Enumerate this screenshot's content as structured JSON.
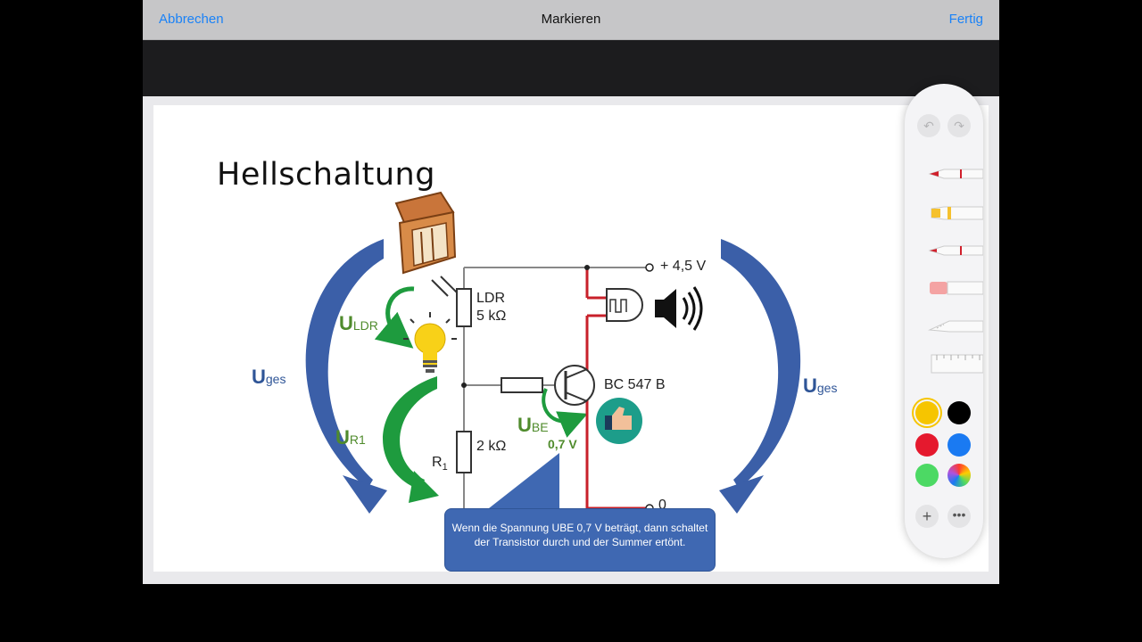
{
  "navbar": {
    "cancel": "Abbrechen",
    "title": "Markieren",
    "done": "Fertig"
  },
  "slide": {
    "title": "Hellschaltung",
    "labels": {
      "u": "U",
      "uges_sub": "ges",
      "uldr_sub": "LDR",
      "ur1_sub": "R1",
      "ube_sub": "BE",
      "ube_value": "0,7 V"
    },
    "components": {
      "ldr": "LDR",
      "ldr_value": "5 kΩ",
      "r1": "R",
      "r1_sub": "1",
      "r1_value": "2 kΩ",
      "transistor": "BC 547 B",
      "vplus": "+ 4,5 V",
      "zero": "0"
    },
    "callout": "Wenn die Spannung UBE 0,7 V beträgt, dann schaltet der Transistor durch und der Summer ertönt."
  },
  "palette": {
    "colors": [
      "#f6c500",
      "#000000",
      "#e5192e",
      "#1a7af2",
      "#4cd964",
      "conic"
    ],
    "selected_color": "#f6c500",
    "tools": [
      "pen",
      "highlighter",
      "pencil",
      "eraser",
      "lasso",
      "ruler"
    ]
  }
}
